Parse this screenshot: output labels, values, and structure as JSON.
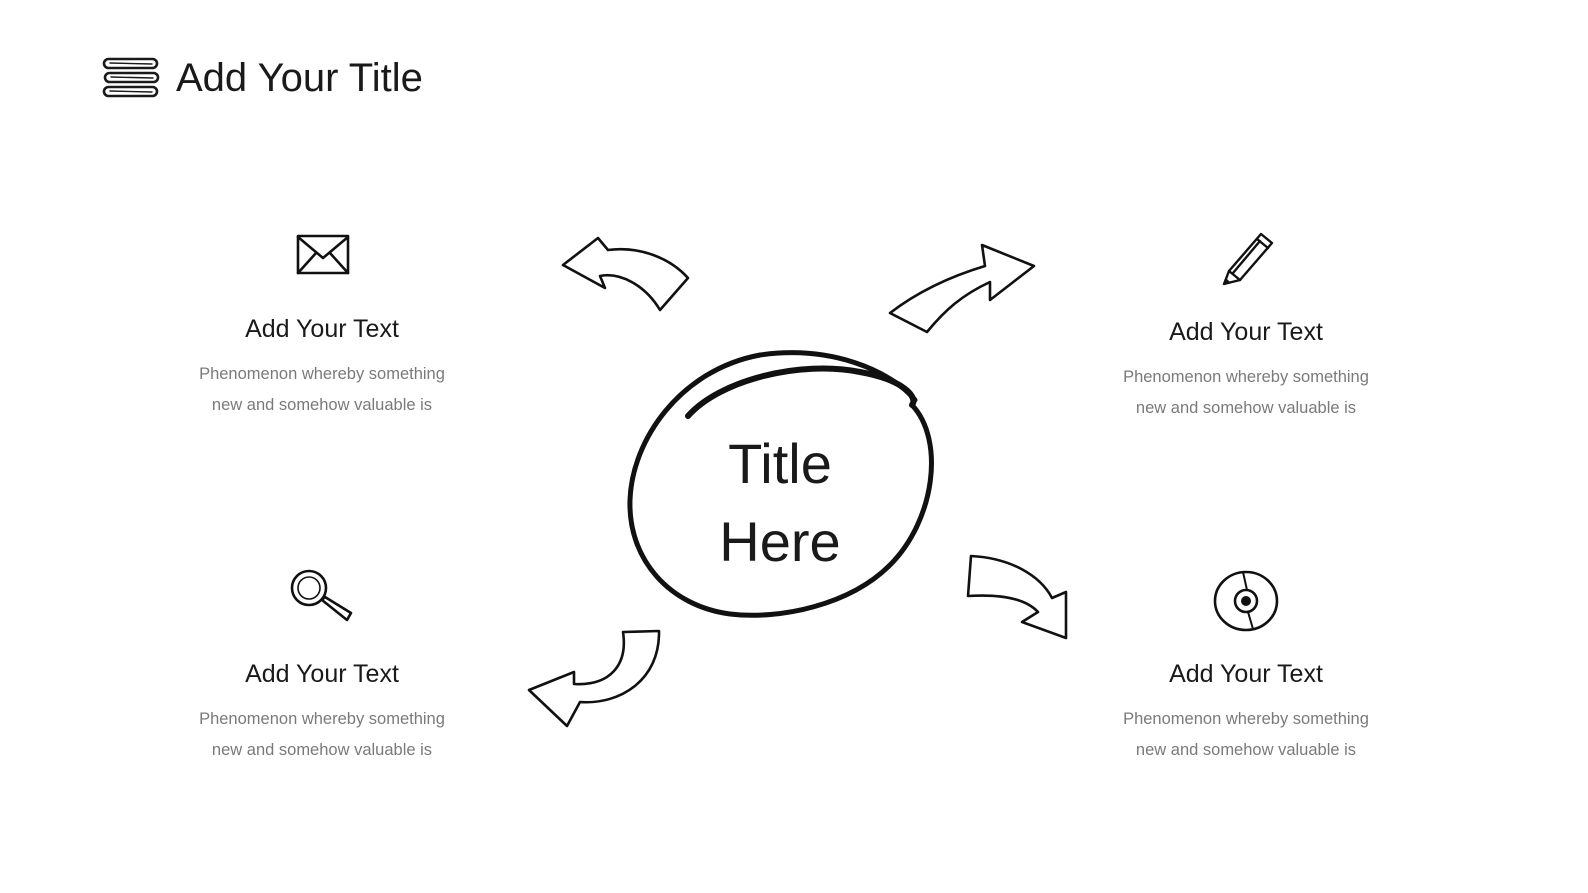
{
  "page": {
    "title": "Add Your Title"
  },
  "center": {
    "line1": "Title",
    "line2": "Here"
  },
  "blocks": [
    {
      "icon": "envelope-icon",
      "title": "Add Your Text",
      "desc_line1": "Phenomenon  whereby something",
      "desc_line2": "new and somehow  valuable is"
    },
    {
      "icon": "pencil-icon",
      "title": "Add Your Text",
      "desc_line1": "Phenomenon  whereby something",
      "desc_line2": "new and somehow  valuable is"
    },
    {
      "icon": "magnifier-icon",
      "title": "Add Your Text",
      "desc_line1": "Phenomenon  whereby something",
      "desc_line2": "new and somehow  valuable is"
    },
    {
      "icon": "disc-icon",
      "title": "Add Your Text",
      "desc_line1": "Phenomenon  whereby something",
      "desc_line2": "new and somehow  valuable is"
    }
  ],
  "colors": {
    "ink": "#1a1a1a",
    "muted_text": "#7a7a7a",
    "background": "#ffffff"
  }
}
